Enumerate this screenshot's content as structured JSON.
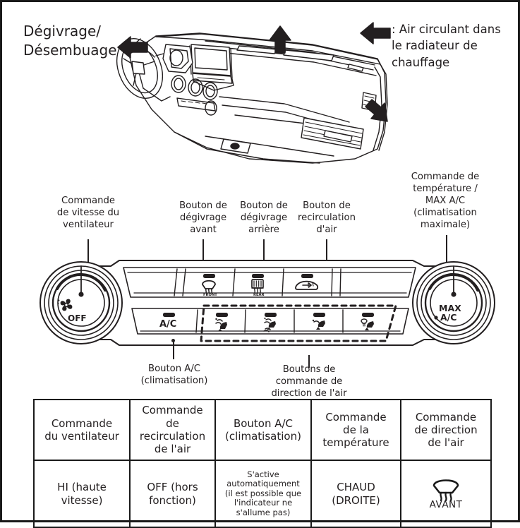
{
  "legend": {
    "defrost_label": "Dégivrage/\nDésembuage",
    "airflow_label": ": Air circulant dans\nle radiateur de\nchauffage"
  },
  "callouts": {
    "fan_speed": "Commande\nde vitesse du\nventilateur",
    "front_defrost": "Bouton de\ndégivrage\navant",
    "rear_defrost": "Bouton de\ndégivrage\narrière",
    "recirculation": "Bouton de\nrecirculation\nd'air",
    "temperature_max_ac": "Commande de\ntempérature /\nMAX A/C\n(climatisation\nmaximale)",
    "ac_button": "Bouton A/C\n(climatisation)",
    "air_direction": "Boutons de\ncommande de\ndirection de l'air"
  },
  "panel": {
    "fan_knob": {
      "icon": "fan-icon",
      "off_label": "OFF"
    },
    "temp_knob": {
      "max_label": "MAX",
      "ac_label": "A/C"
    },
    "buttons": [
      {
        "name": "front-defrost-button",
        "icon": "front-defrost-icon",
        "label": "FRONT"
      },
      {
        "name": "rear-defrost-button",
        "icon": "rear-defrost-icon",
        "label": "REAR"
      },
      {
        "name": "recirculation-button",
        "icon": "recirculation-icon",
        "label": ""
      }
    ],
    "ac_button_label": "A/C",
    "direction_buttons": [
      {
        "name": "mode-face-button",
        "icon": "mode-face-icon"
      },
      {
        "name": "mode-face-feet-button",
        "icon": "mode-face-feet-icon"
      },
      {
        "name": "mode-feet-button",
        "icon": "mode-feet-icon"
      },
      {
        "name": "mode-feet-defrost-button",
        "icon": "mode-feet-defrost-icon"
      }
    ]
  },
  "table": {
    "headers": [
      "Commande\ndu ventilateur",
      "Commande\nde\nrecirculation\nde l'air",
      "Bouton A/C\n(climatisation)",
      "Commande\nde la\ntempérature",
      "Commande\nde direction\nde l'air"
    ],
    "values": [
      "HI (haute\nvitesse)",
      "OFF (hors\nfonction)",
      "S'active\nautomatiquement\n(il est possible que\nl'indicateur ne\ns'allume pas)",
      "CHAUD\n(DROITE)",
      "AVANT"
    ],
    "value_icon": "front-defrost-icon"
  },
  "colors": {
    "ink": "#231f20",
    "border": "#1a1a1a",
    "background": "#ffffff"
  }
}
